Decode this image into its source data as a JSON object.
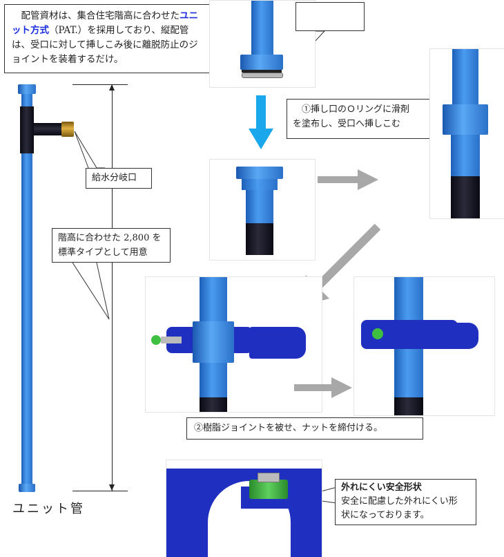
{
  "intro": {
    "text_before": "配管資材は、集合住宅階高に合わせた",
    "highlight": "ユニット方式",
    "text_after": "（PAT.）を採用しており、縦配管は、受口に対して挿しこみ後に離脱防止のジョイントを装着するだけ。"
  },
  "labels": {
    "branch": "給水分岐口",
    "standard_line1": "階高に合わせた 2,800 を",
    "standard_line2": "標準タイプとして用意",
    "unit_pipe": "ユニット管"
  },
  "steps": {
    "step1_line1": "①挿し口のＯリングに滑剤",
    "step1_line2": "を塗布し、受口へ挿しこむ",
    "step2": "②樹脂ジョイントを被せ、ナットを締付ける。"
  },
  "feature": {
    "title": "外れにくい安全形状",
    "line1": "安全に配慮した外れにくい形",
    "line2": "状になっております。"
  },
  "colors": {
    "pipe_blue": "#3b8ae6",
    "arrow_cyan": "#1aa7ec",
    "arrow_gray": "#a8a8a8",
    "clamp_blue": "#1f2fbf",
    "nut_green": "#3fbf3f",
    "highlight_text": "#1a2ee0"
  }
}
